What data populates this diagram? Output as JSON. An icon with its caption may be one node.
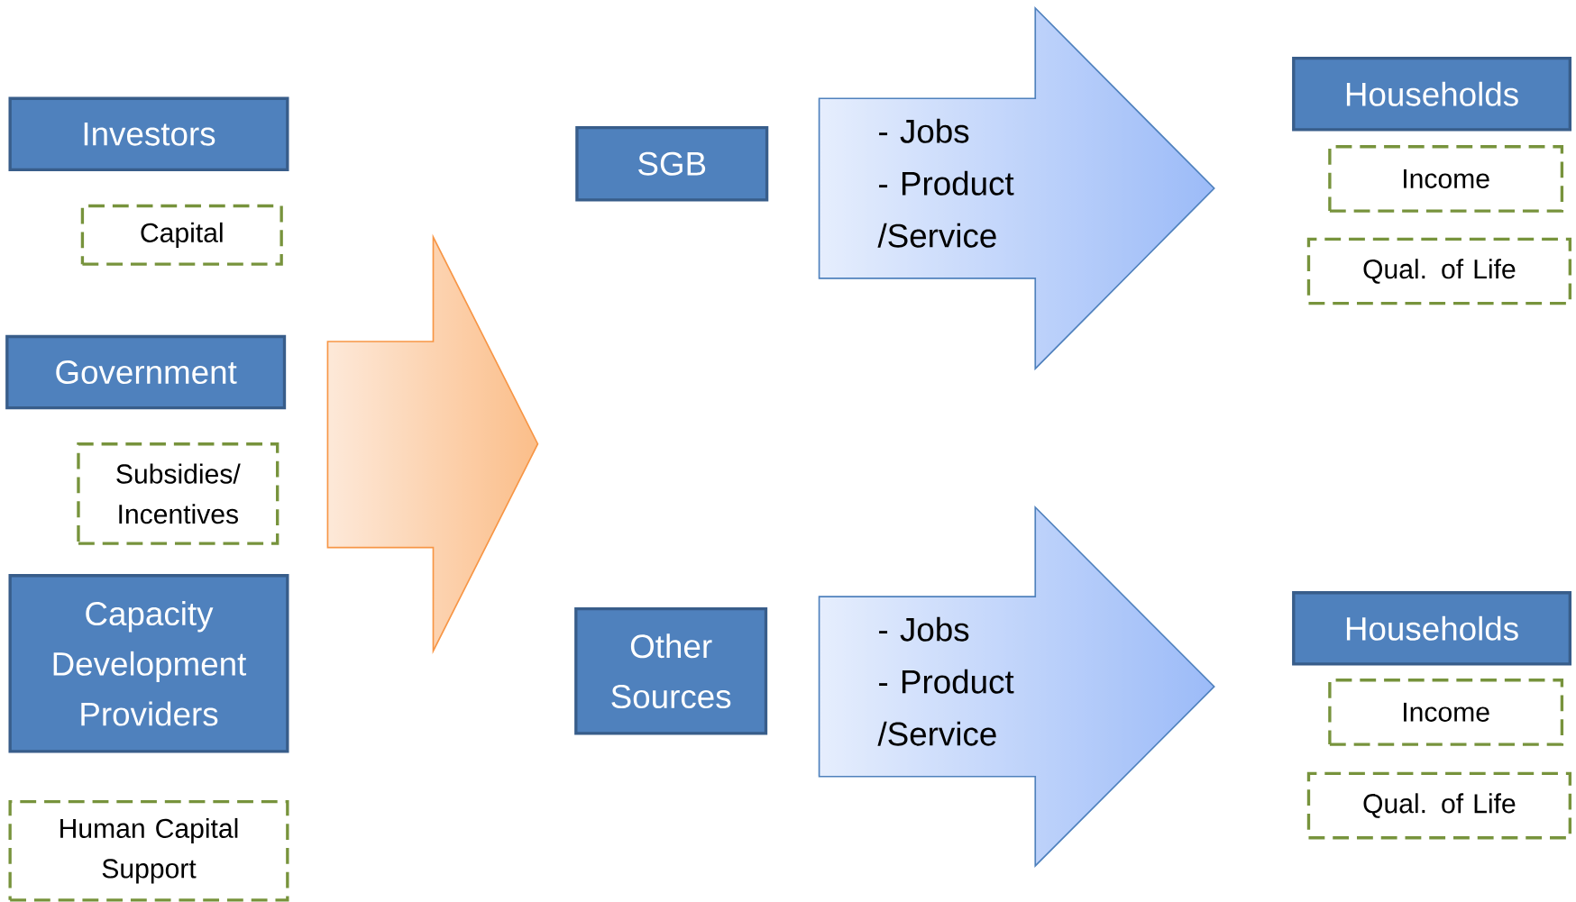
{
  "diagram": {
    "nodes": [
      {
        "text": [
          "Investors"
        ]
      },
      {
        "text": [
          "Capital"
        ]
      },
      {
        "text": [
          "Government"
        ]
      },
      {
        "text": [
          "Subsidies/ Incentives"
        ]
      },
      {
        "text": [
          "Capacity Development Providers"
        ]
      },
      {
        "text": [
          "Human Capital Support"
        ]
      },
      {
        "text": [],
        "shape": "arrow"
      },
      {
        "text": [
          "SGB"
        ]
      },
      {
        "text": [
          "- Jobs",
          "- Product /Service"
        ]
      },
      {
        "text": [
          "Households"
        ]
      },
      {
        "text": [
          "Income"
        ]
      },
      {
        "text": [
          "Qual. of Life"
        ]
      },
      {
        "text": [
          "Other Sources"
        ]
      },
      {
        "text": [
          "- Jobs",
          "- Product /Service"
        ]
      },
      {
        "text": [
          "Households"
        ]
      },
      {
        "text": [
          "Income"
        ]
      },
      {
        "text": [
          "Qual. of Life"
        ]
      }
    ]
  }
}
